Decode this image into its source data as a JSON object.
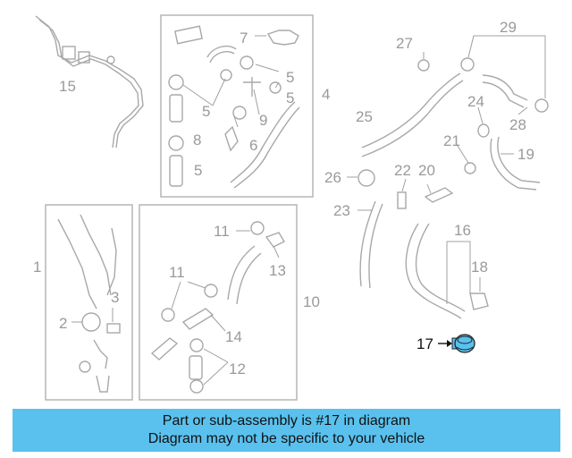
{
  "diagram": {
    "labels": [
      "1",
      "2",
      "3",
      "4",
      "5",
      "5",
      "5",
      "5",
      "6",
      "7",
      "8",
      "9",
      "10",
      "11",
      "11",
      "12",
      "13",
      "14",
      "15",
      "16",
      "17",
      "18",
      "19",
      "20",
      "21",
      "22",
      "23",
      "24",
      "25",
      "26",
      "27",
      "28",
      "29"
    ],
    "highlight_label": "17",
    "highlight_color": "#5ac1ee"
  },
  "banner": {
    "line1": "Part or sub-assembly is #17 in diagram",
    "line2": "Diagram may not be specific to your vehicle",
    "background": "#5ac1ee"
  }
}
